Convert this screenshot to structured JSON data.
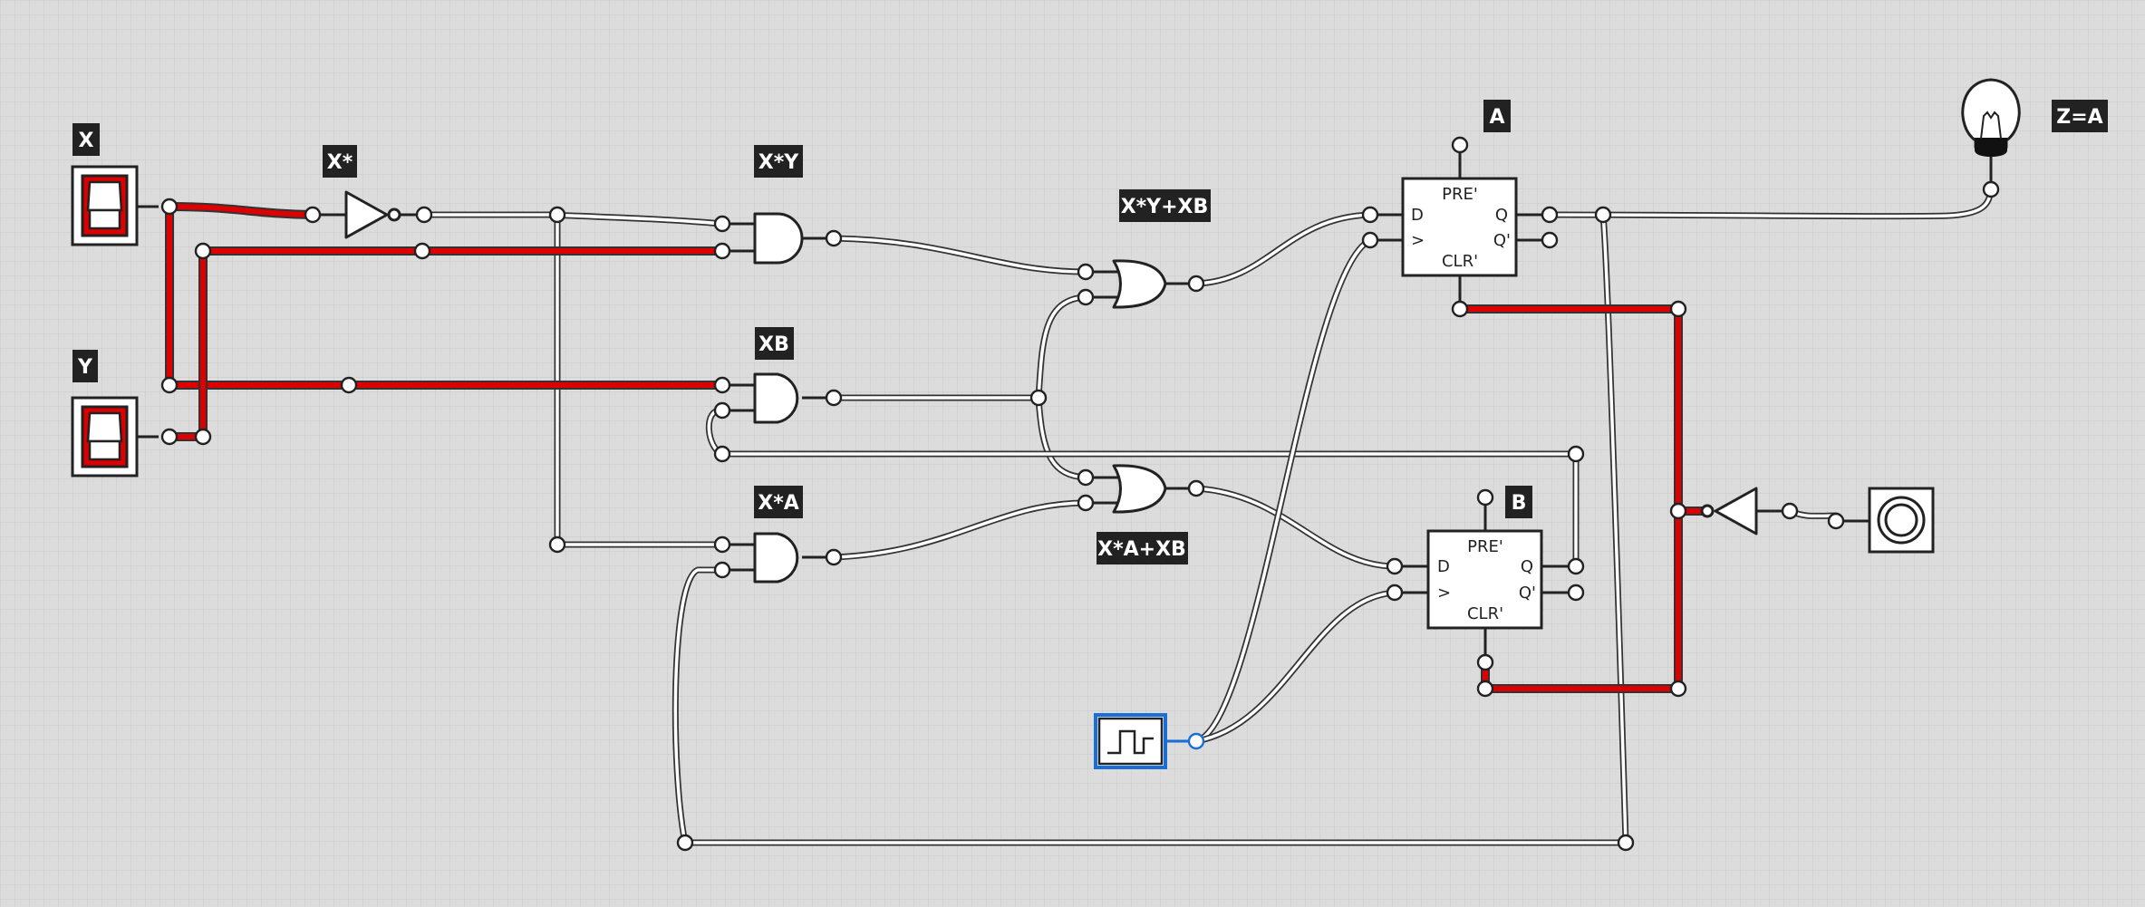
{
  "labels": {
    "input_x": "X",
    "input_y": "Y",
    "not_x": "X*",
    "and_xy": "X*Y",
    "and_xb": "XB",
    "and_xa": "X*A",
    "or_a": "X*Y+XB",
    "or_b": "X*A+XB",
    "ff_a": "A",
    "ff_b": "B",
    "output": "Z=A"
  },
  "flipflop_pins": {
    "preset": "PRE'",
    "clear": "CLR'",
    "data": "D",
    "clock": ">",
    "q": "Q",
    "q_not": "Q'"
  },
  "components": {
    "switches": [
      "switch-x",
      "switch-y"
    ],
    "gates": [
      "not-gate-x",
      "and-gate-xy",
      "and-gate-xb",
      "and-gate-xa",
      "or-gate-a",
      "or-gate-b",
      "not-gate-reset"
    ],
    "flipflops": [
      "d-flipflop-a",
      "d-flipflop-b"
    ],
    "clock": "clock-source",
    "reset": "push-button-reset",
    "output": "light-bulb-z"
  },
  "colors": {
    "background": "#dcdcdc",
    "grid": "#c9c9c9",
    "wire_active": "#dd0000",
    "wire_inactive": "#ffffff",
    "outline": "#222222",
    "label_bg": "#222222",
    "label_text": "#ffffff",
    "clock_highlight": "#1a6fd6"
  }
}
